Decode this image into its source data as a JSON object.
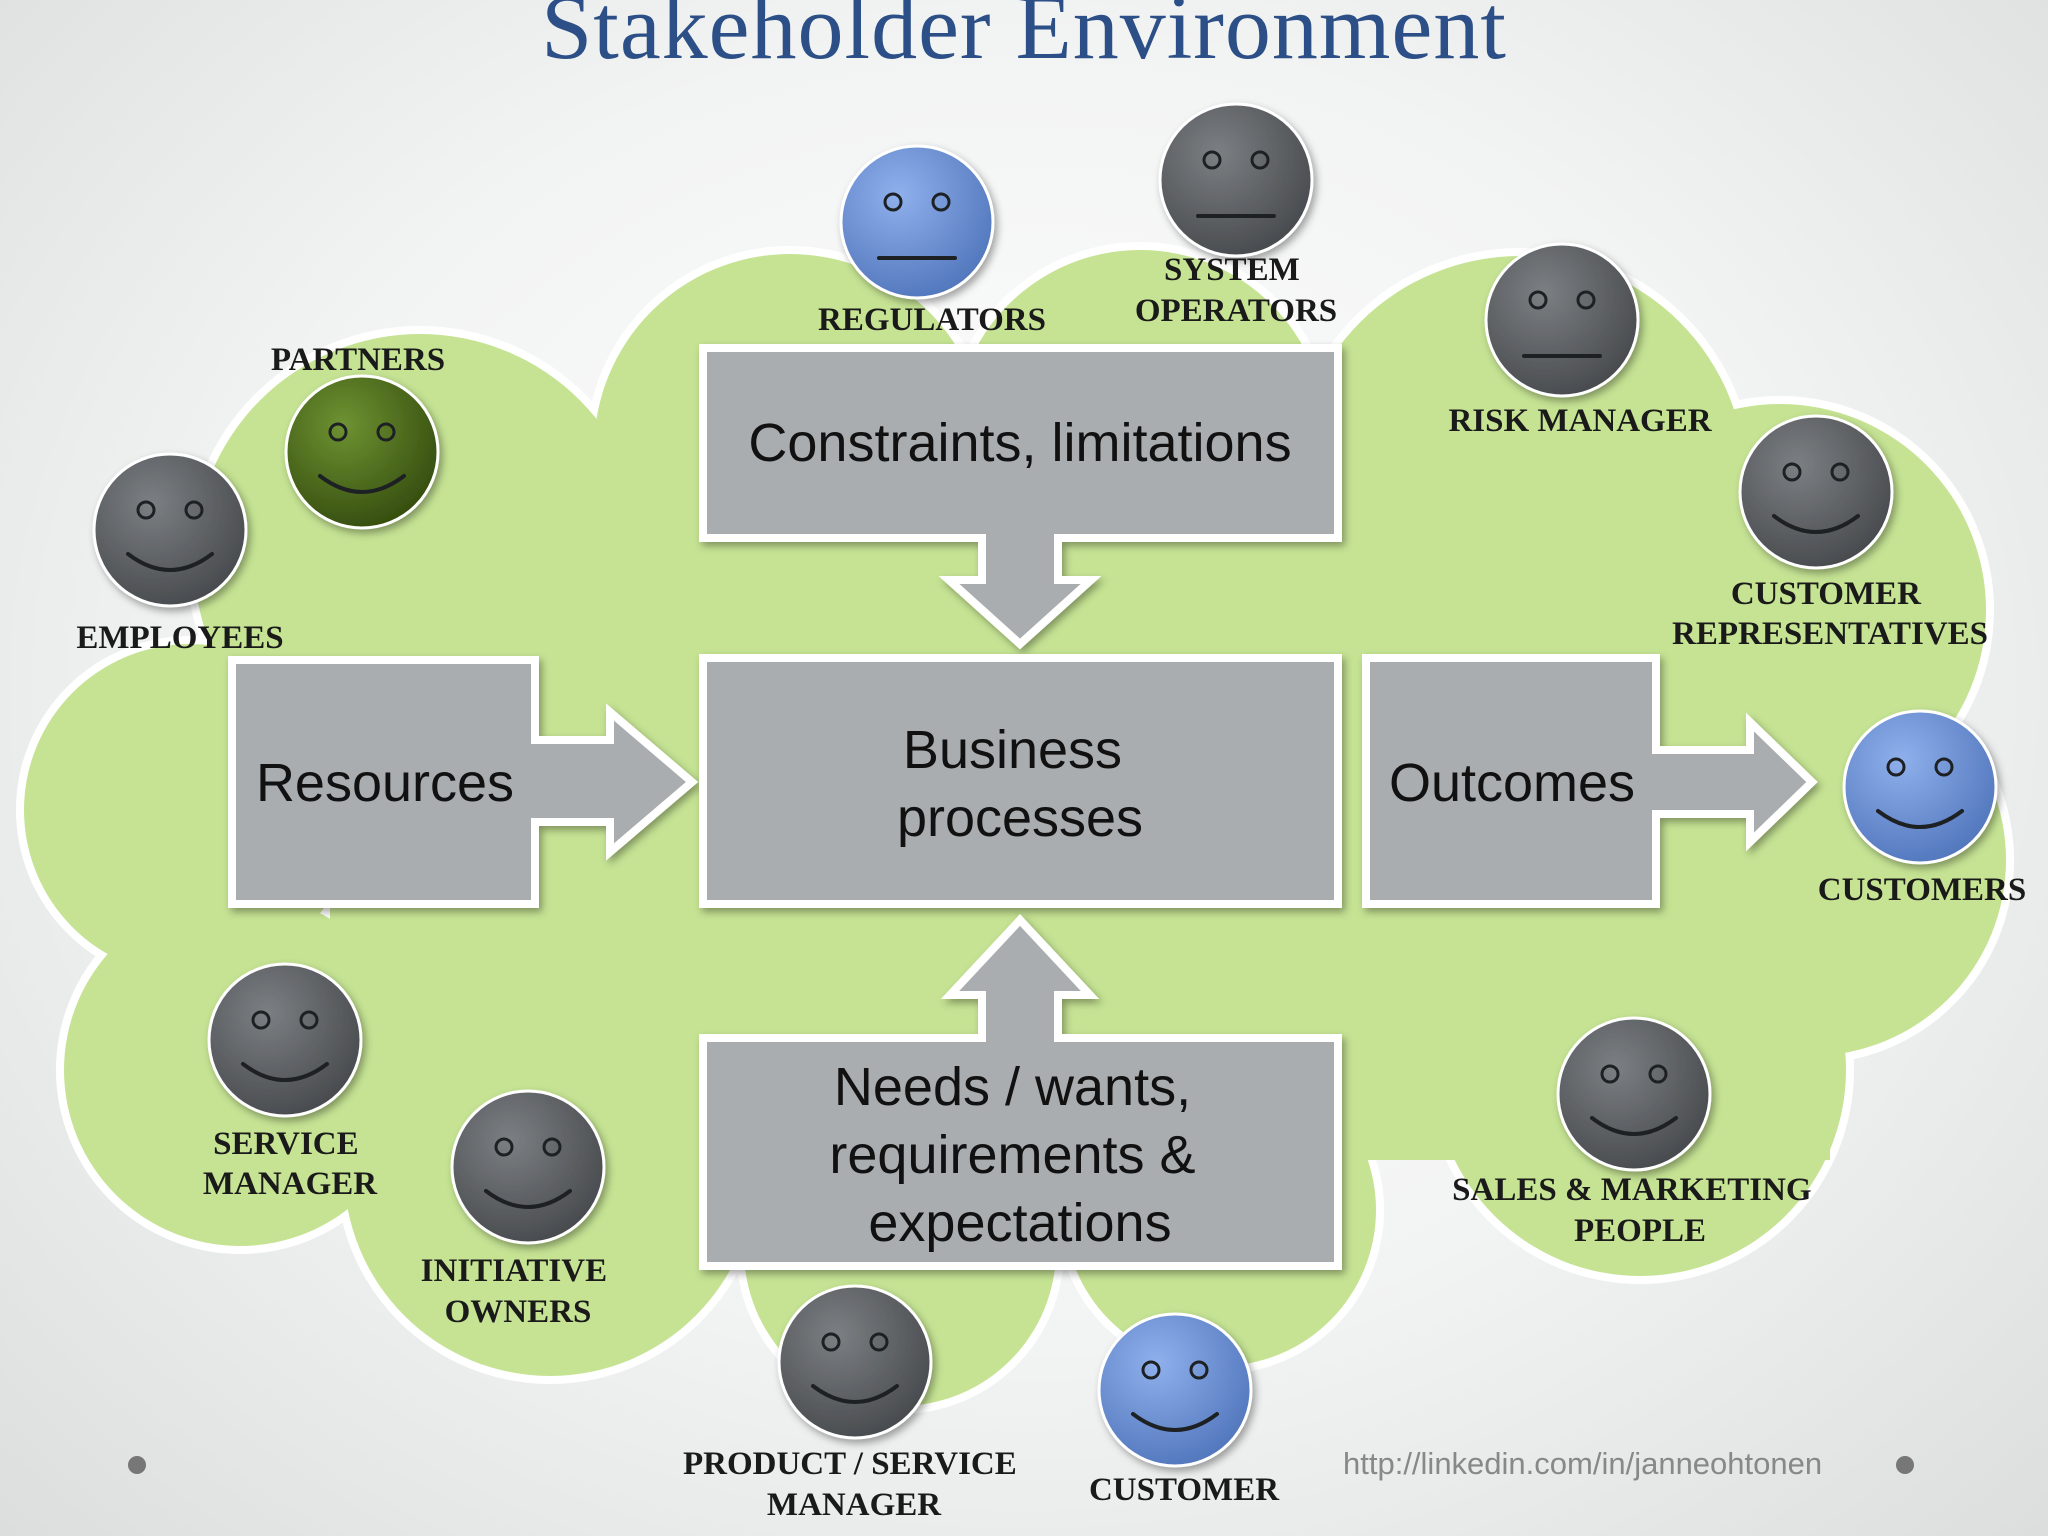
{
  "title": "Stakeholder Environment",
  "process": {
    "constraints": "Constraints, limitations",
    "resources": "Resources",
    "business": [
      "Business",
      "processes"
    ],
    "outcomes": "Outcomes",
    "needs": [
      "Needs / wants,",
      "requirements &",
      "expectations"
    ]
  },
  "stakeholders": {
    "regulators": {
      "label": [
        "REGULATORS"
      ],
      "mood": "neutral",
      "color": "#6b8fd1"
    },
    "system_operators": {
      "label": [
        "SYSTEM",
        "OPERATORS"
      ],
      "mood": "neutral",
      "color": "#5f6265"
    },
    "risk_manager": {
      "label": [
        "RISK MANAGER"
      ],
      "mood": "neutral",
      "color": "#5f6265"
    },
    "partners": {
      "label": [
        "PARTNERS"
      ],
      "mood": "happy",
      "color": "#4e6e1d"
    },
    "employees": {
      "label": [
        "EMPLOYEES"
      ],
      "mood": "happy",
      "color": "#5f6265"
    },
    "customer_representatives": {
      "label": [
        "CUSTOMER",
        "REPRESENTATIVES"
      ],
      "mood": "happy",
      "color": "#5f6265"
    },
    "customers": {
      "label": [
        "CUSTOMERS"
      ],
      "mood": "happy",
      "color": "#6b8fd1"
    },
    "service_manager": {
      "label": [
        "SERVICE",
        "MANAGER"
      ],
      "mood": "happy",
      "color": "#5f6265"
    },
    "initiative_owners": {
      "label": [
        "INITIATIVE",
        "OWNERS"
      ],
      "mood": "happy",
      "color": "#5f6265"
    },
    "product_service_manager": {
      "label": [
        "PRODUCT / SERVICE",
        "MANAGER"
      ],
      "mood": "happy",
      "color": "#5f6265"
    },
    "customer": {
      "label": [
        "CUSTOMER"
      ],
      "mood": "happy",
      "color": "#6b8fd1"
    },
    "sales_marketing_people": {
      "label": [
        "SALES & MARKETING",
        "PEOPLE"
      ],
      "mood": "happy",
      "color": "#5f6265"
    }
  },
  "footer_url": "http://linkedin.com/in/janneohtonen",
  "colors": {
    "cloud": "#c5e393",
    "box": "#a9adb0",
    "title": "#2b4f86"
  }
}
